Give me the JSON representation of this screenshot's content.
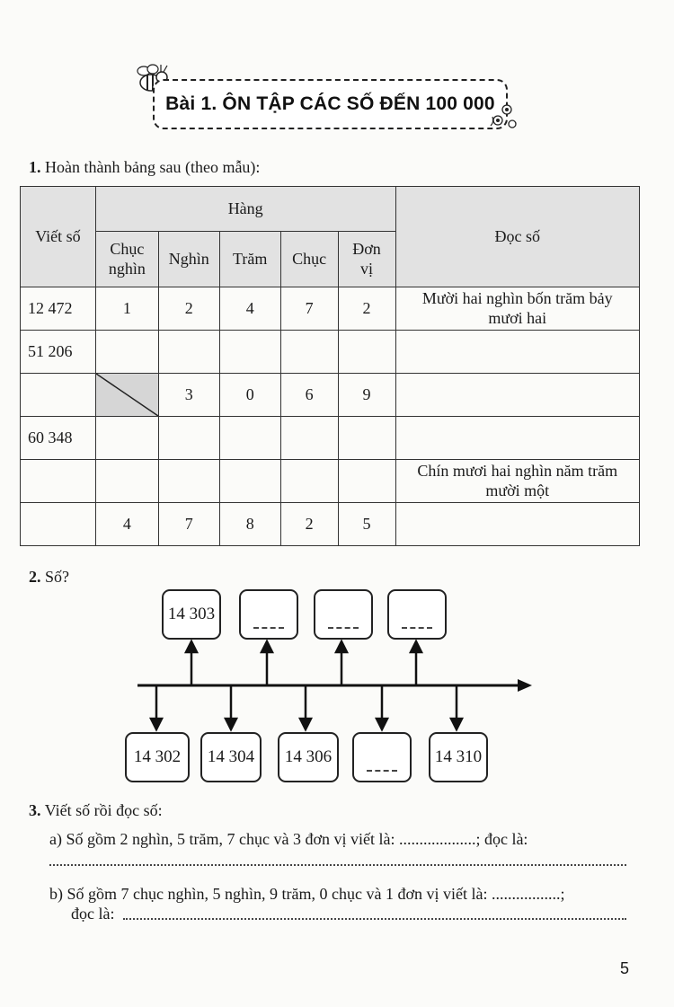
{
  "title": "Bài 1. ÔN TẬP CÁC SỐ ĐẾN 100 000",
  "ex1": {
    "num": "1.",
    "prompt": "Hoàn thành bảng sau (theo mẫu):",
    "headers": {
      "viet_so": "Viết số",
      "hang": "Hàng",
      "chuc_nghin_1": "Chục",
      "chuc_nghin_2": "nghìn",
      "nghin": "Nghìn",
      "tram": "Trăm",
      "chuc": "Chục",
      "don_vi_1": "Đơn",
      "don_vi_2": "vị",
      "doc_so": "Đọc số"
    },
    "rows": [
      {
        "so": "12 472",
        "cn": "1",
        "n": "2",
        "t": "4",
        "c": "7",
        "dv": "2",
        "doc1": "Mười hai nghìn bốn trăm bảy",
        "doc2": "mươi hai"
      },
      {
        "so": "51 206",
        "cn": "",
        "n": "",
        "t": "",
        "c": "",
        "dv": "",
        "doc1": "",
        "doc2": ""
      },
      {
        "so": "",
        "cn": "",
        "n": "3",
        "t": "0",
        "c": "6",
        "dv": "9",
        "doc1": "",
        "doc2": ""
      },
      {
        "so": "60 348",
        "cn": "",
        "n": "",
        "t": "",
        "c": "",
        "dv": "",
        "doc1": "",
        "doc2": ""
      },
      {
        "so": "",
        "cn": "",
        "n": "",
        "t": "",
        "c": "",
        "dv": "",
        "doc1": "Chín mươi hai nghìn năm trăm",
        "doc2": "mười một"
      },
      {
        "so": "",
        "cn": "4",
        "n": "7",
        "t": "8",
        "c": "2",
        "dv": "5",
        "doc1": "",
        "doc2": ""
      }
    ]
  },
  "ex2": {
    "num": "2.",
    "prompt": "Số?",
    "top_boxes": [
      "14 303",
      "",
      "",
      ""
    ],
    "bottom_boxes": [
      "14 302",
      "14 304",
      "14 306",
      "",
      "14 310"
    ]
  },
  "ex3": {
    "num": "3.",
    "prompt": "Viết số rồi đọc số:",
    "a_line": "a) Số gồm 2 nghìn, 5 trăm, 7 chục và 3 đơn vị viết là: ...................; đọc là:",
    "b_line": "b) Số gồm 7 chục nghìn, 5 nghìn, 9 trăm, 0 chục và 1 đơn vị viết là: .................;",
    "b_line2": "đọc là:"
  },
  "page_number": "5"
}
